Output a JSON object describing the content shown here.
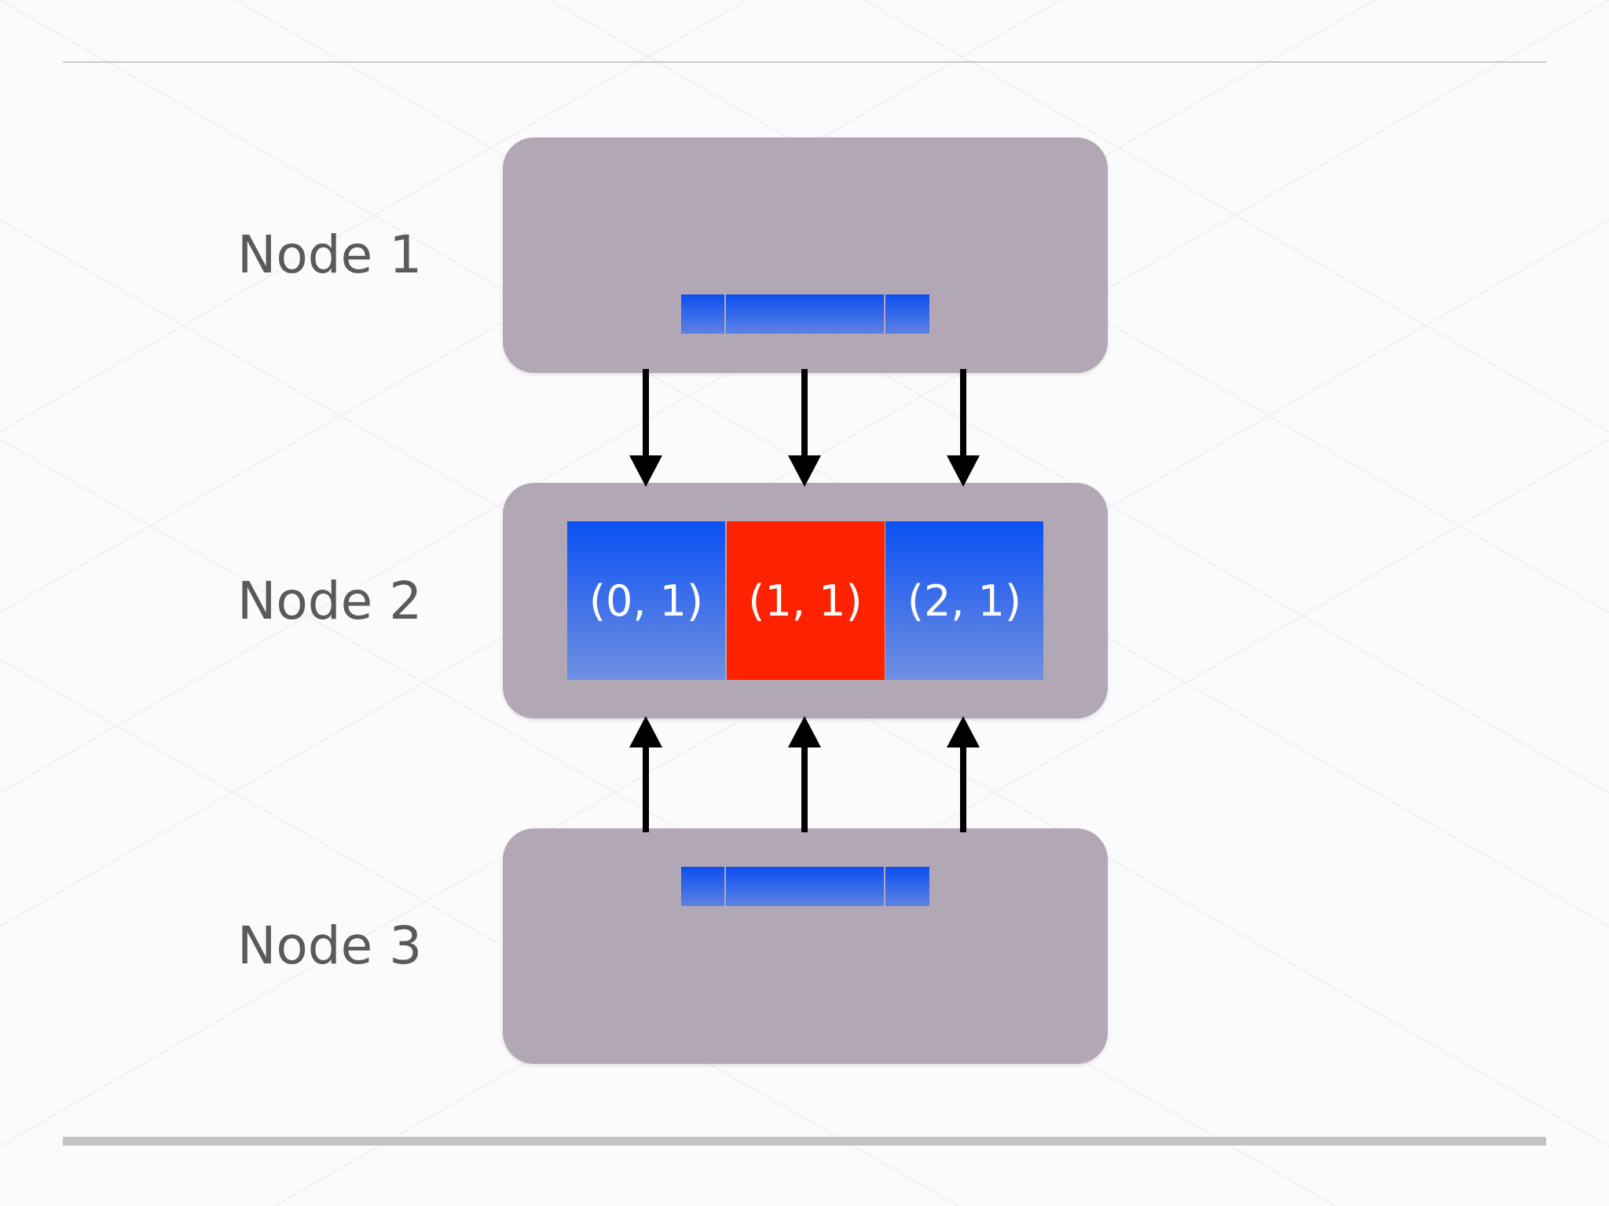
{
  "nodes": [
    {
      "label": "Node 1"
    },
    {
      "label": "Node 2"
    },
    {
      "label": "Node 3"
    }
  ],
  "node2_cells": [
    {
      "text": "(0, 1)",
      "color": "#0b50f4"
    },
    {
      "text": "(1, 1)",
      "color": "#ff2200"
    },
    {
      "text": "(2, 1)",
      "color": "#0b50f4"
    }
  ],
  "colors": {
    "node_box": "#b2a8b5",
    "cell_blue": "#0b50f4",
    "cell_red": "#ff2200",
    "arrow": "#000000",
    "label_text": "#5a5a5a"
  }
}
